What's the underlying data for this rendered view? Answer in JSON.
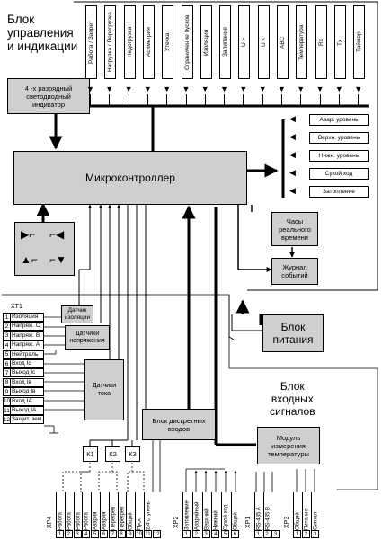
{
  "control_block_title": [
    "Блок",
    "управления",
    "и индикации"
  ],
  "display_box": [
    "4 -х разрядный",
    "светодиодный",
    "индикатор"
  ],
  "top_leds": [
    "Работа / Запрет",
    "Нагрузка / Перегрузка",
    "Недогрузка",
    "Асиметрия",
    "Утечка",
    "Ограничение пусков",
    "Изоляция",
    "Залипание",
    "U >",
    "U <",
    "АВС",
    "Температура",
    "Rx",
    "Tx",
    "Таймер"
  ],
  "right_leds": [
    "Авар. уровень",
    "Верхн. уровень",
    "Нижн. уровень",
    "Сухой ход",
    "Затопление"
  ],
  "microcontroller": "Микроконтроллер",
  "clock": [
    "Часы",
    "реального",
    "времени"
  ],
  "log": [
    "Журнал",
    "событий"
  ],
  "power_block": [
    "Блок",
    "питания"
  ],
  "input_block": [
    "Блок",
    "входных",
    "сигналов"
  ],
  "temp_module": [
    "Модуль",
    "измерения",
    "температуры"
  ],
  "discrete_block": [
    "Блок дискретных",
    "входов"
  ],
  "insulation_sensor": [
    "Датчик",
    "изоляции"
  ],
  "voltage_sensors": [
    "Датчики",
    "напряжения"
  ],
  "current_sensors": [
    "Датчики",
    "тока"
  ],
  "relays": [
    "К1",
    "К2",
    "К3"
  ],
  "xt1": {
    "label": "XT1",
    "rows": [
      {
        "n": "1",
        "t": "Изоляция"
      },
      {
        "n": "2",
        "t": "Напряж. С"
      },
      {
        "n": "3",
        "t": "Напряж. В"
      },
      {
        "n": "4",
        "t": "Напряж. А"
      },
      {
        "n": "5",
        "t": "Нейтраль"
      },
      {
        "n": "6",
        "t": "Вход Iс"
      },
      {
        "n": "7",
        "t": "Выход Iс"
      },
      {
        "n": "8",
        "t": "Вход Iв"
      },
      {
        "n": "9",
        "t": "Выход Iв"
      },
      {
        "n": "10",
        "t": "Вход IА"
      },
      {
        "n": "11",
        "t": "Выход IА"
      },
      {
        "n": "12",
        "t": "Защит. зем."
      }
    ]
  },
  "xp4": {
    "label": "XP4",
    "pins": [
      "Работа",
      "Работа",
      "Работа",
      "Работа",
      "Авария",
      "Авария",
      "Перегрев",
      "Перегрев",
      "Общий",
      "Пуск",
      "2/4 ступень"
    ],
    "nums": [
      "1",
      "2",
      "3",
      "4",
      "5",
      "6",
      "7",
      "8",
      "9",
      "10",
      "11",
      "12"
    ]
  },
  "xp2": {
    "label": "XP2",
    "pins": [
      "Затопление",
      "Аварийный",
      "Верхний",
      "Нижний",
      "Сухой ход",
      "Общий"
    ],
    "nums": [
      "1",
      "2",
      "3",
      "4",
      "5",
      "6"
    ]
  },
  "xp1": {
    "label": "XP1",
    "pins": [
      "RS-485 A",
      "RS-485 B"
    ],
    "nums": [
      "1",
      "2",
      "3"
    ]
  },
  "xp3": {
    "label": "XP3",
    "pins": [
      "Общий",
      "Питание",
      "Сигнал"
    ],
    "nums": [
      "1",
      "2",
      "3"
    ]
  }
}
